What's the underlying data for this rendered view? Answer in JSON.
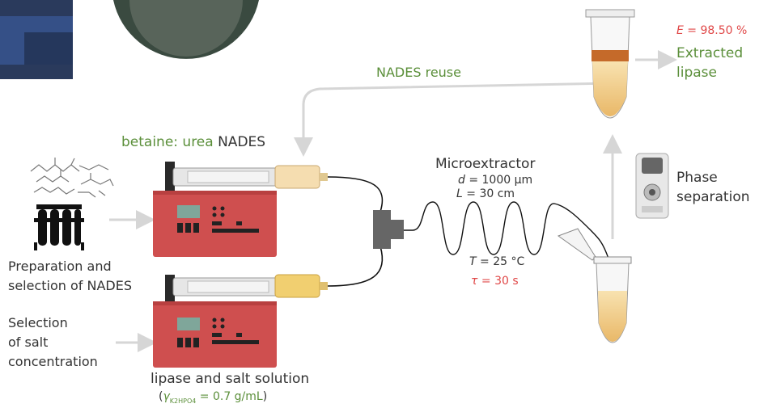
{
  "labels": {
    "nades_reuse": "NADES reuse",
    "betaine_urea": "betaine: urea",
    "nades": "NADES",
    "microextractor": "Microextractor",
    "d_symbol": "d",
    "d_value": " = 1000 μm",
    "l_symbol": "L",
    "l_value": " = 30 cm",
    "t_symbol": "T",
    "t_value": " = 25 °C",
    "tau_symbol": "τ",
    "tau_value": " = 30 s",
    "phase_line1": "Phase",
    "phase_line2": "separation",
    "e_symbol": "E",
    "e_value": " = 98.50 %",
    "extracted_line1": "Extracted",
    "extracted_line2": "lipase",
    "prep_line1": "Preparation and",
    "prep_line2": "selection of NADES",
    "salt_line1": "Selection",
    "salt_line2": "of salt",
    "salt_line3": "concentration",
    "lipase_salt": "lipase and salt solution",
    "gamma_open": "(",
    "gamma_symbol": "γ",
    "gamma_sub": "K2HPO4",
    "gamma_value": " = 0.7 g/mL",
    "gamma_close": ")"
  },
  "colors": {
    "green": "#5b8f3a",
    "red": "#e04848",
    "pump_red": "#cf4f4f",
    "arrow_grey": "#d6d6d6",
    "connector": "#666666"
  },
  "icons": [
    "molecule-icon",
    "test-tubes-icon",
    "syringe-pump-icon",
    "tube-icon",
    "centrifuge-icon",
    "coil-microextractor-icon"
  ]
}
